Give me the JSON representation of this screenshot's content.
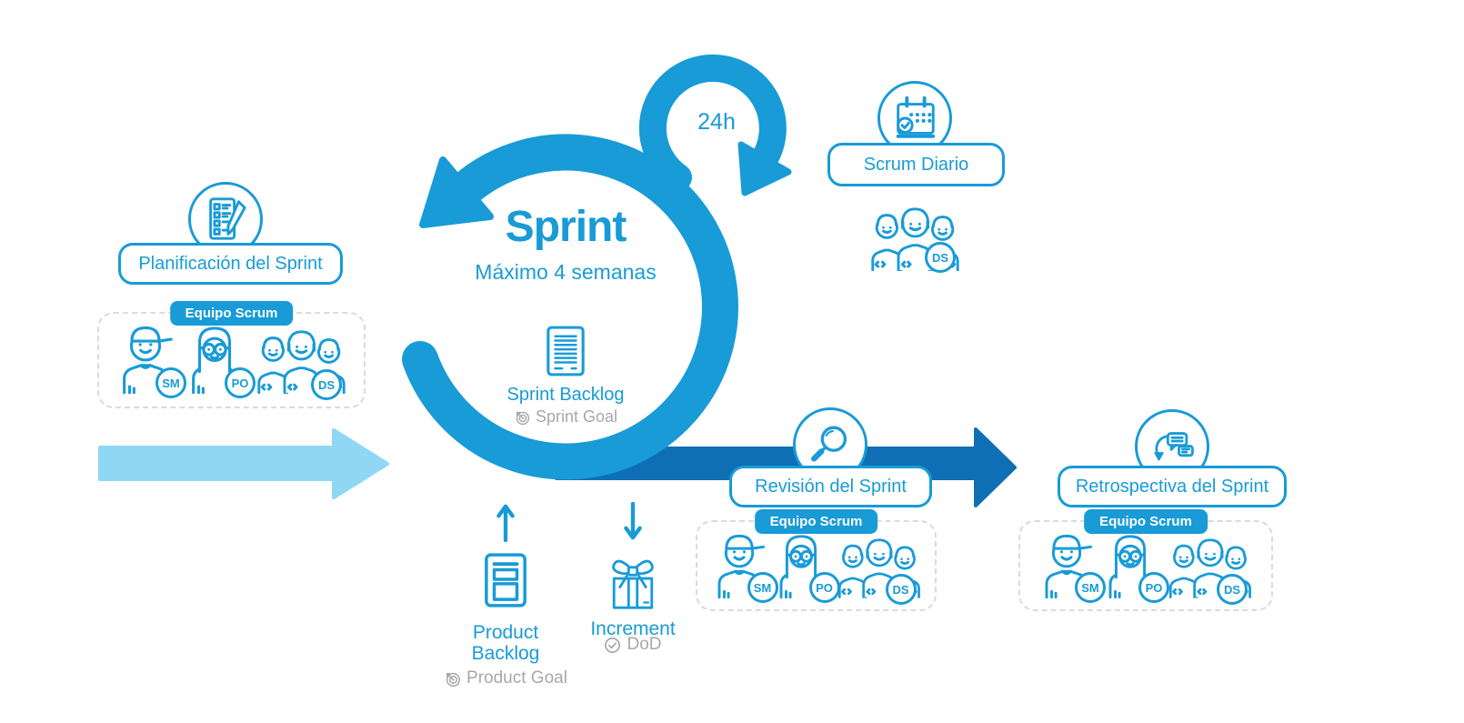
{
  "colors": {
    "accent_blue": "#189bd7",
    "dark_blue": "#0e6fb4",
    "light_blue": "#8fd7f5",
    "gray": "#a6a8ab"
  },
  "sprint": {
    "title": "Sprint",
    "subtitle": "Máximo 4 semanas",
    "daily_loop_duration": "24h"
  },
  "events": {
    "planning": {
      "label": "Planificación del Sprint",
      "team_label": "Equipo Scrum"
    },
    "daily": {
      "label": "Scrum Diario"
    },
    "review": {
      "label": "Revisión del Sprint",
      "team_label": "Equipo Scrum"
    },
    "retrospective": {
      "label": "Retrospectiva del Sprint",
      "team_label": "Equipo Scrum"
    }
  },
  "artifacts": {
    "sprint_backlog": {
      "label": "Sprint Backlog",
      "goal_label": "Sprint Goal"
    },
    "product_backlog": {
      "label_line1": "Product",
      "label_line2": "Backlog",
      "goal_label": "Product Goal"
    },
    "increment": {
      "label": "Increment",
      "goal_label": "DoD"
    }
  },
  "roles": {
    "scrum_master": "SM",
    "product_owner": "PO",
    "developers": "DS"
  },
  "icons": {
    "planning": "checklist-pencil-icon",
    "daily": "calendar-check-icon",
    "review": "magnifier-icon",
    "retrospective": "chat-refresh-icon",
    "sprint_backlog": "document-icon",
    "product_backlog": "board-icon",
    "increment": "gift-icon",
    "goal": "target-icon",
    "dod": "check-circle-icon"
  }
}
